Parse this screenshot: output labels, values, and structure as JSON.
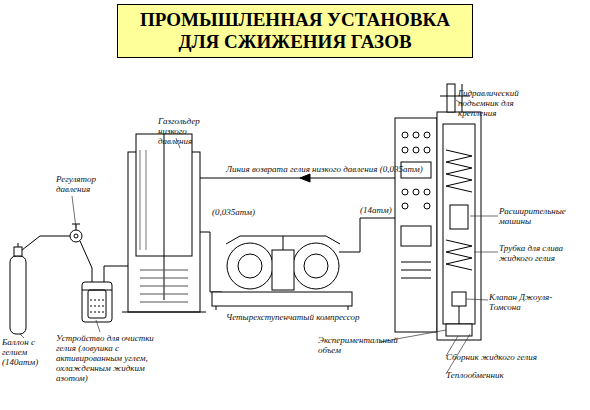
{
  "diagram": {
    "title": "ПРОМЫШЛЕННАЯ УСТАНОВКА ДЛЯ СЖИЖЕНИЯ ГАЗОВ",
    "labels": [
      "Гидравлический подъемник для крепления",
      "Газгольдер низкого давления",
      "Регулятор давления",
      "Линия возврата гелия низкого давления (0,035атм)",
      "(0,035атм)",
      "(14атм)",
      "Расширительные машины",
      "Трубка для слива жидкого гелия",
      "Баллон с гелием (140атм)",
      "Клапан Джоуля-Томсона",
      "Устройство для очистки гелия (ловушка с активированным углем, охлажденным жидким азотом)",
      "Четырехступенчатый компрессор",
      "Экспериментальный объем",
      "Сборник жидкого гелия",
      "Теплообменник"
    ]
  }
}
